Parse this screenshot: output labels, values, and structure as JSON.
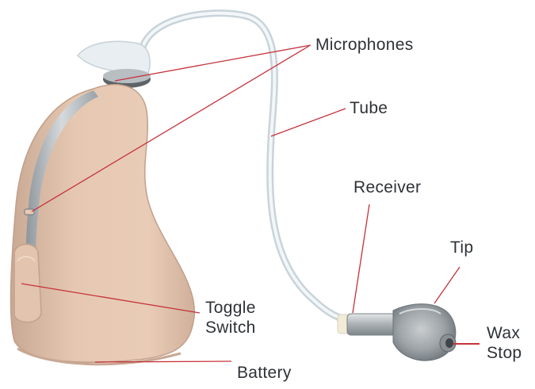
{
  "diagram": {
    "labels": {
      "microphones": "Microphones",
      "tube": "Tube",
      "receiver": "Receiver",
      "tip": "Tip",
      "wax_stop_line1": "Wax",
      "wax_stop_line2": "Stop",
      "toggle_switch_line1": "Toggle",
      "toggle_switch_line2": "Switch",
      "battery": "Battery"
    },
    "colors": {
      "leader_line": "#c6323a",
      "label_text": "#2e3236",
      "device_body": "#e2c3ac",
      "tube": "#dfe8ec",
      "receiver_metal": "#b9bec2",
      "dome_tip": "#9aa0a4"
    }
  }
}
